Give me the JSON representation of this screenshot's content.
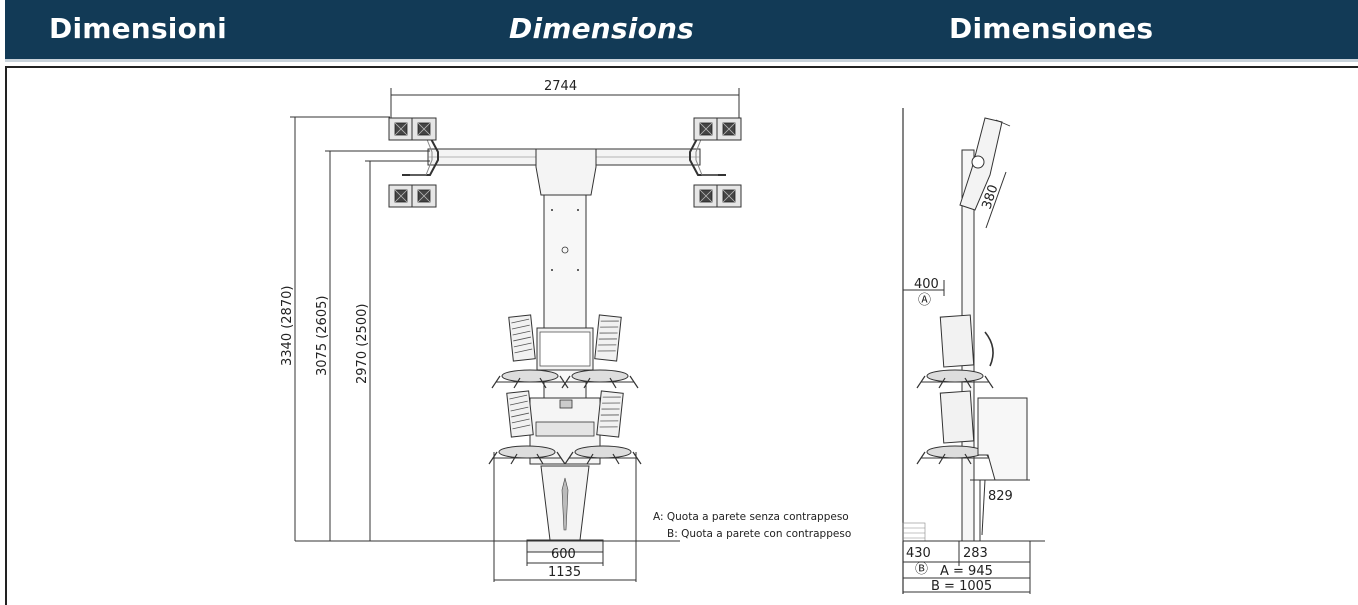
{
  "header": {
    "title_it": "Dimensioni",
    "title_en": "Dimensions",
    "title_es": "Dimensiones",
    "background": "#123a56"
  },
  "front_view": {
    "width_top": "2744",
    "height_1": "3340 (2870)",
    "height_2": "3075 (2605)",
    "height_3": "2970 (2500)",
    "base_width": "600",
    "footprint_width": "1135"
  },
  "notes": {
    "a": "A: Quota a parete senza contrappeso",
    "b": "B: Quota a parete con contrappeso"
  },
  "side_view": {
    "head_size": "380",
    "wall_gap": "400",
    "marker_a": "Ⓐ",
    "marker_b": "Ⓑ",
    "console_height": "829",
    "base_left": "430",
    "base_right": "283",
    "dim_a": "A = 945",
    "dim_b": "B = 1005"
  }
}
